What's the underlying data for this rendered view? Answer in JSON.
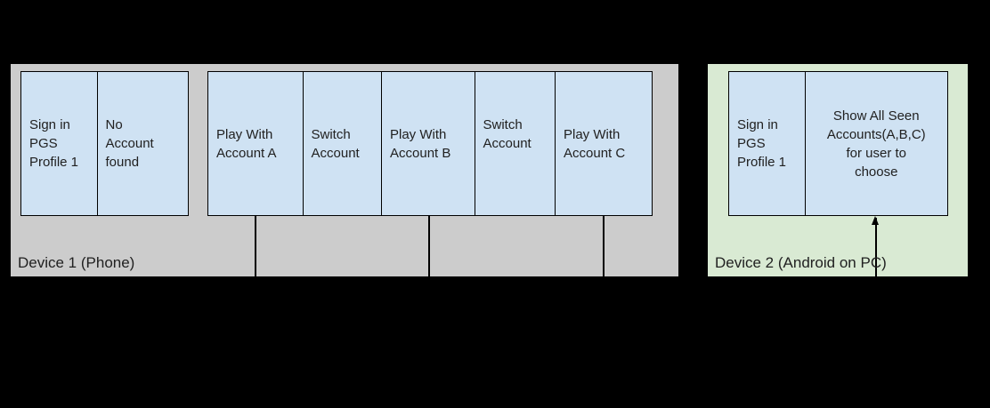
{
  "device1": {
    "label": "Device 1 (Phone)",
    "signin_box": "Sign in\nPGS\nProfile 1",
    "no_account_box": "No\nAccount\nfound",
    "play_a_box": "Play With\nAccount A",
    "switch_1_box": "Switch\nAccount",
    "play_b_box": "Play With\nAccount B",
    "switch_2_box": "Switch\nAccount",
    "play_c_box": "Play With\nAccount C"
  },
  "device2": {
    "label": "Device 2 (Android on PC)",
    "signin_box": "Sign in\nPGS\nProfile 1",
    "show_accounts_box": "Show All Seen\nAccounts(A,B,C)\nfor user to\nchoose"
  },
  "colors": {
    "background": "#000000",
    "device1_fill": "#cccccc",
    "device2_fill": "#d9ead3",
    "box_fill": "#cfe2f3",
    "box_border": "#000000",
    "line_color": "#000000",
    "text_color": "#212121"
  }
}
